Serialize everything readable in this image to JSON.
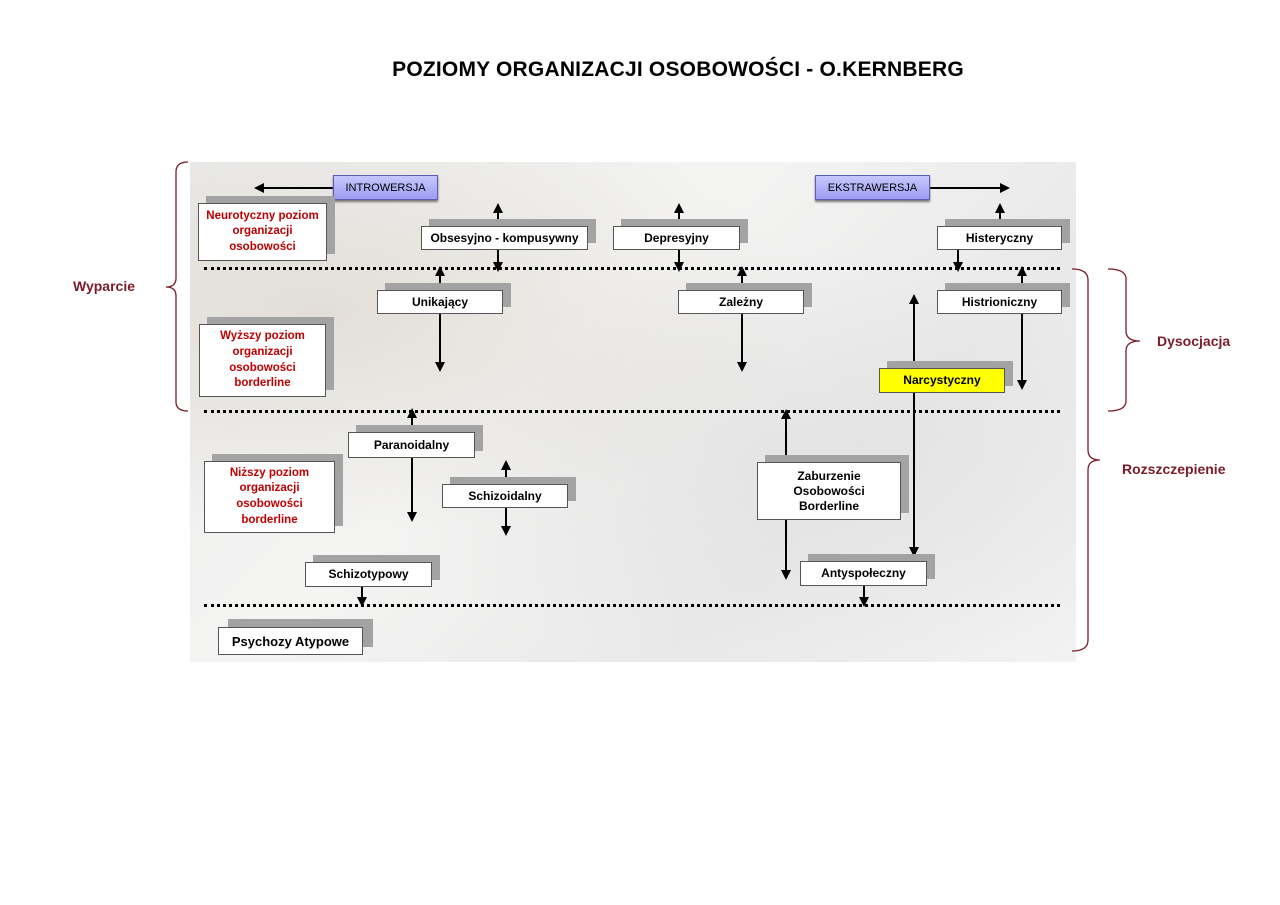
{
  "title": "POZIOMY ORGANIZACJI OSOBOWOŚCI - O.KERNBERG",
  "directions": {
    "introversion": "INTROWERSJA",
    "extraversion": "EKSTRAWERSJA"
  },
  "levels": {
    "neurotic": "Neurotyczny poziom organizacji osobowości",
    "higher_borderline": "Wyższy poziom organizacji osobowości borderline",
    "lower_borderline": "Niższy poziom organizacji osobowości borderline"
  },
  "types": {
    "obsessive": "Obsesyjno - kompusywny",
    "depressive": "Depresyjny",
    "hysteric": "Histeryczny",
    "avoidant": "Unikający",
    "dependent": "Zależny",
    "histrionic": "Histrioniczny",
    "narcissistic": "Narcystyczny",
    "paranoid": "Paranoidalny",
    "schizoid": "Schizoidalny",
    "borderline": "Zaburzenie Osobowości Borderline",
    "schizotypal": "Schizotypowy",
    "antisocial": "Antyspołeczny",
    "psychoses": "Psychozy Atypowe"
  },
  "defenses": {
    "repression": "Wyparcie",
    "dissociation": "Dysocjacja",
    "splitting": "Rozszczepienie"
  },
  "colors": {
    "level_text": "#c00000",
    "defense_text": "#7b1c2a",
    "highlight": "#ffff00",
    "direction_box": "#b3b3fb"
  }
}
